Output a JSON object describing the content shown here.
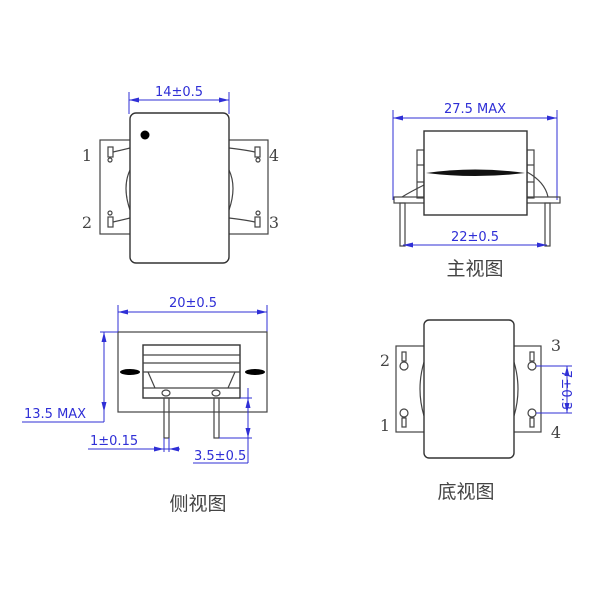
{
  "top_view": {
    "width_dim": "14±0.5",
    "pins": {
      "p1": "1",
      "p2": "2",
      "p3": "3",
      "p4": "4"
    }
  },
  "front_view": {
    "title": "主视图",
    "overall_dim": "27.5 MAX",
    "pin_spacing_dim": "22±0.5"
  },
  "side_view": {
    "title": "侧视图",
    "width_dim": "20±0.5",
    "height_dim": "13.5 MAX",
    "pin_diameter_dim": "1±0.15",
    "pin_length_dim": "3.5±0.5"
  },
  "bottom_view": {
    "title": "底视图",
    "pin_pitch_dim": "7±0.3",
    "pins": {
      "p1": "1",
      "p2": "2",
      "p3": "3",
      "p4": "4"
    }
  },
  "colors": {
    "dimension": "#2f2fd6",
    "outline": "#333333"
  }
}
